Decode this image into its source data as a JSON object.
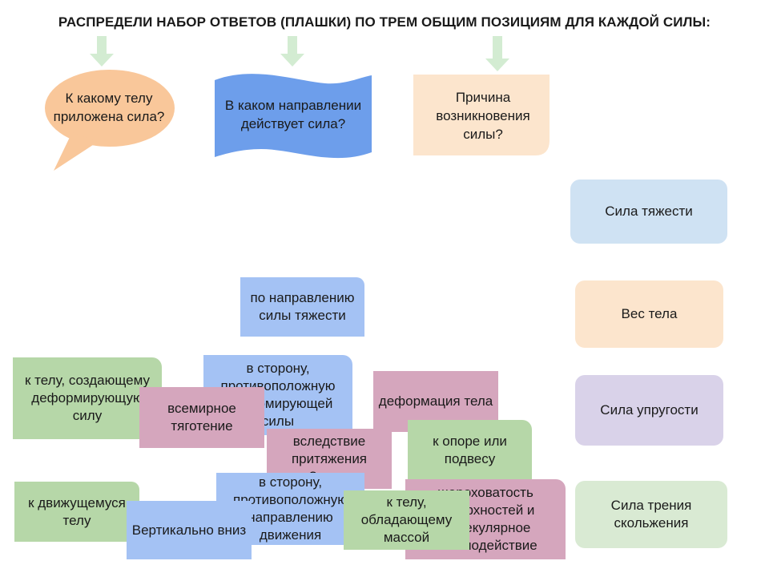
{
  "title": "РАСПРЕДЕЛИ НАБОР ОТВЕТОВ (ПЛАШКИ) ПО ТРЕМ ОБЩИМ ПОЗИЦИЯМ ДЛЯ КАЖДОЙ СИЛЫ:",
  "questions": {
    "body": "К какому телу приложена сила?",
    "direction": "В каком направлении действует  сила?",
    "cause": "Причина возникновения силы?"
  },
  "forces": {
    "gravity": "Сила тяжести",
    "weight": "Вес тела",
    "elastic": "Сила упругости",
    "friction": "Сила трения скольжения"
  },
  "tiles": {
    "along_gravity": "по направлению силы тяжести",
    "opposite_deforming": "в сторону, противоположную деформирующей силы",
    "to_deforming_body": "к телу, создающему деформирующую силу",
    "universal_gravitation": "всемирное тяготение",
    "deformation": "деформация тела",
    "to_support": "к опоре или подвесу",
    "earth_attraction": "вследствие притяжения Земли",
    "to_moving_body": "к движущемуся телу",
    "vertical_down": "Вертикально вниз",
    "opposite_motion": "в сторону, противоположную направлению движения",
    "to_massive_body": "к телу, обладающему массой",
    "roughness": "шероховатость поверхностей и молекулярное взаимодействие"
  },
  "colors": {
    "arrow": "#d3ecd2",
    "orange": "#f9c79a",
    "blue_wave": "#6d9eeb",
    "peach": "#fce5cd",
    "light_blue": "#cfe2f3",
    "peach_force": "#fce5cd",
    "lavender": "#d9d2e9",
    "light_green": "#d9ead3",
    "tile_blue": "#a4c2f4",
    "tile_green": "#b6d7a8",
    "tile_pink": "#d5a6bd"
  }
}
